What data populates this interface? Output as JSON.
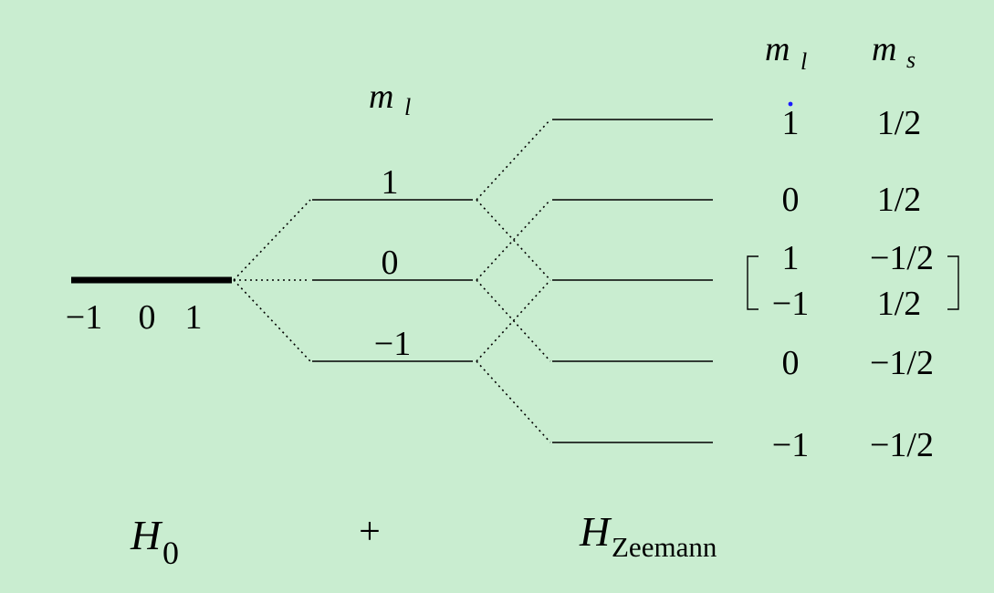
{
  "h0_level": {
    "ml_values": [
      "−1",
      "0",
      "1"
    ]
  },
  "middle_levels": {
    "header": "m",
    "header_sub": "l",
    "levels": [
      "1",
      "0",
      "−1"
    ]
  },
  "right_levels": {
    "header_ml": "m",
    "header_ml_sub": "l",
    "header_ms": "m",
    "header_ms_sub": "s",
    "rows": [
      {
        "ml": "1",
        "ms": "1/2"
      },
      {
        "ml": "0",
        "ms": "1/2"
      },
      {
        "ml": "1",
        "ms": "−1/2"
      },
      {
        "ml": "−1",
        "ms": "1/2"
      },
      {
        "ml": "0",
        "ms": "−1/2"
      },
      {
        "ml": "−1",
        "ms": "−1/2"
      }
    ]
  },
  "bottom_labels": {
    "h0": "H",
    "h0_sub": "0",
    "plus": "+",
    "hz": "H",
    "hz_sub": "Zeemann"
  },
  "colors": {
    "background": "#c9edd0",
    "line": "#000000",
    "dot": "#1a1aff"
  }
}
